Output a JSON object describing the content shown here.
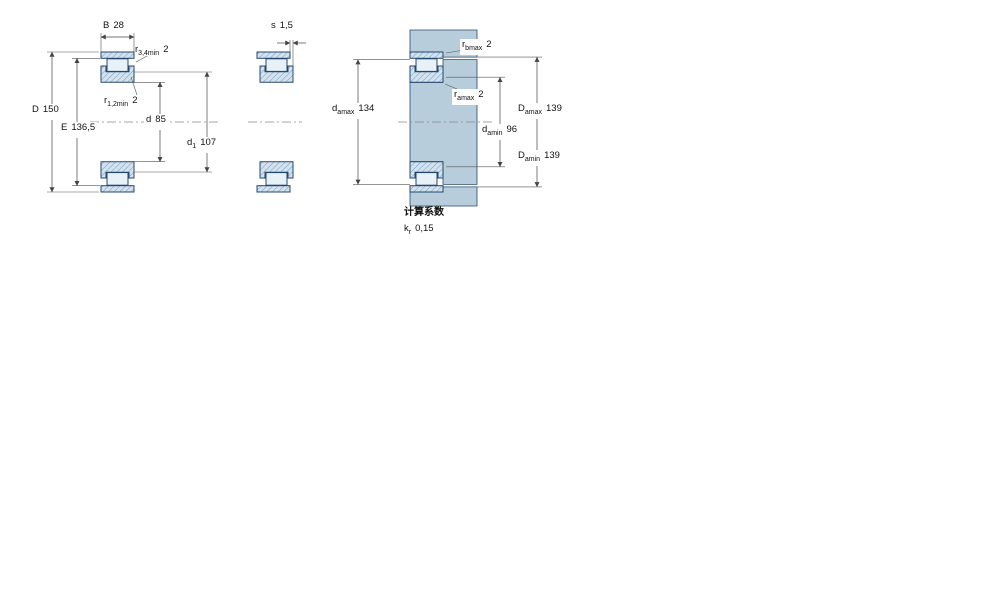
{
  "figures": {
    "left_section": "bearing-cross-section",
    "middle_section": "axial-displacement-view",
    "right_section": "abutment-dimensions-view"
  },
  "dims": {
    "B": {
      "base": "B",
      "sub": "",
      "value": "28"
    },
    "r34": {
      "base": "r",
      "sub": "3,4min",
      "value": "2"
    },
    "D": {
      "base": "D",
      "sub": "",
      "value": "150"
    },
    "E": {
      "base": "E",
      "sub": "",
      "value": "136,5"
    },
    "r12": {
      "base": "r",
      "sub": "1,2min",
      "value": "2"
    },
    "d": {
      "base": "d",
      "sub": "",
      "value": "85"
    },
    "d1": {
      "base": "d",
      "sub": "1",
      "value": "107"
    },
    "s": {
      "base": "s",
      "sub": "",
      "value": "1,5"
    },
    "rb": {
      "base": "r",
      "sub": "bmax",
      "value": "2"
    },
    "damax": {
      "base": "d",
      "sub": "amax",
      "value": "134"
    },
    "ra": {
      "base": "r",
      "sub": "amax",
      "value": "2"
    },
    "damin": {
      "base": "d",
      "sub": "amin",
      "value": "96"
    },
    "Damax": {
      "base": "D",
      "sub": "amax",
      "value": "139"
    },
    "Damin": {
      "base": "D",
      "sub": "amin",
      "value": "139"
    },
    "kr": {
      "base": "k",
      "sub": "r",
      "value": "0,15"
    }
  },
  "calculation": {
    "title": "计算系数"
  },
  "colors": {
    "ring_fill": "#d3e2ef",
    "hatch_line": "#7a9cbd",
    "outline": "#24486e",
    "abutment_fill": "#b8cddc",
    "dimension_line": "#444444"
  }
}
